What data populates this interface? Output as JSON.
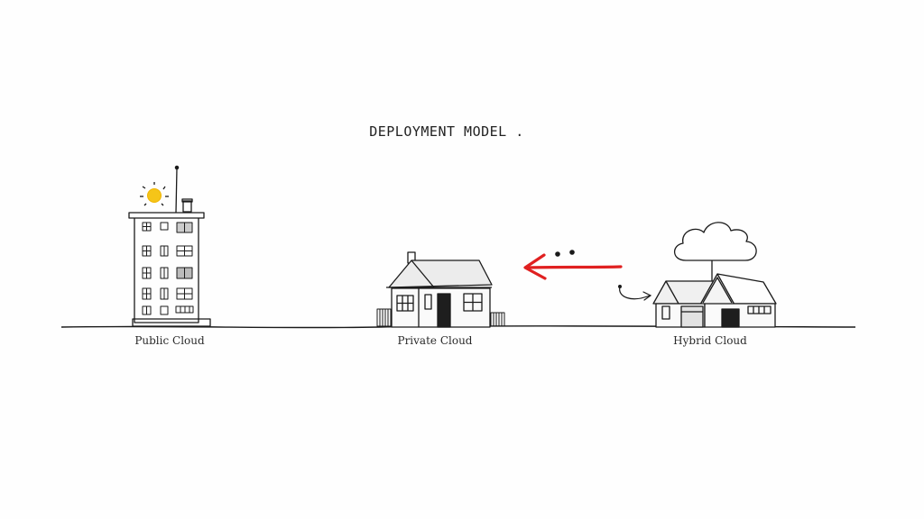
{
  "diagram": {
    "title": "DEPLOYMENT MODEL .",
    "models": [
      {
        "label": "Public Cloud",
        "icon": "apartment-building-icon"
      },
      {
        "label": "Private Cloud",
        "icon": "house-icon"
      },
      {
        "label": "Hybrid Cloud",
        "icon": "double-house-with-cloud-icon"
      }
    ],
    "colors": {
      "ink": "#1a1a1a",
      "sun": "#f5c518",
      "arrow": "#e02020"
    }
  }
}
